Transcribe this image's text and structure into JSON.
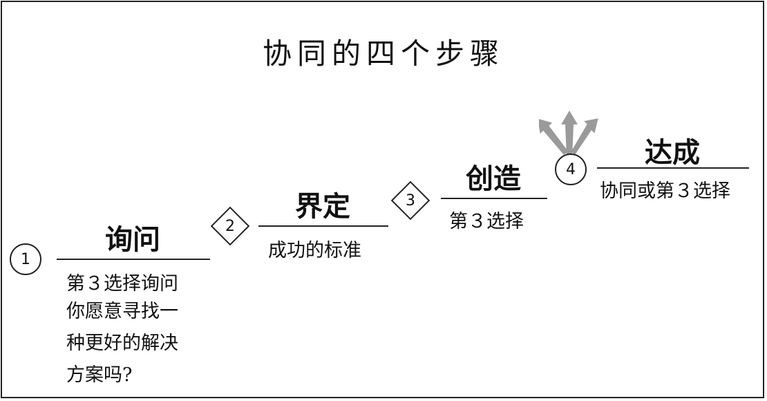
{
  "title": "协同的四个步骤",
  "steps": [
    {
      "number": "1",
      "title": "询问",
      "subtitle": "第３选择询问"
    },
    {
      "number": "2",
      "title": "界定",
      "subtitle": "成功的标准"
    },
    {
      "number": "3",
      "title": "创造",
      "subtitle": "第３选择"
    },
    {
      "number": "4",
      "title": "达成",
      "subtitle": "协同或第３选择"
    }
  ],
  "question_lines": [
    "你愿意寻找一",
    "种更好的解决",
    "方案吗?"
  ],
  "colors": {
    "border": "#222222",
    "arrow": "#9a9a9a",
    "text": "#111111"
  },
  "icons": {
    "burst": "burst-arrows-icon"
  }
}
